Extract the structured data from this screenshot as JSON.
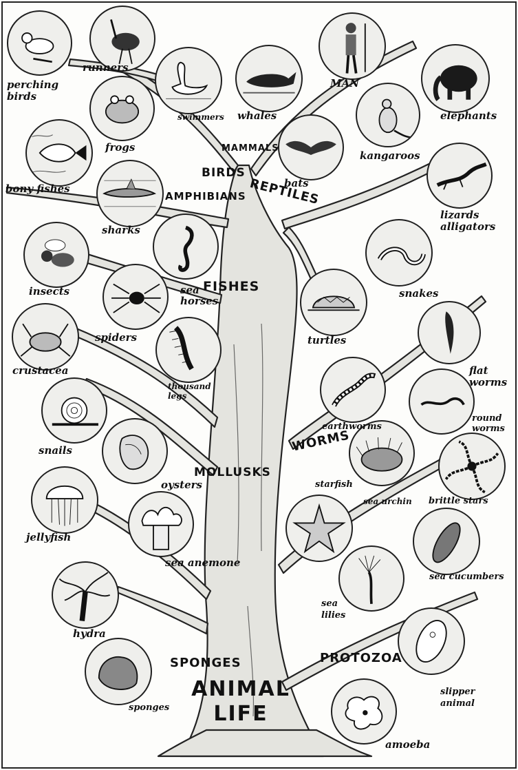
{
  "title": {
    "line1": "ANIMAL",
    "line2": "LIFE"
  },
  "groups": {
    "mammals": "MAMMALS",
    "birds": "BIRDS",
    "amphibians": "AMPHIBIANS",
    "reptiles": "REPTILES",
    "fishes": "FISHES",
    "worms": "WORMS",
    "mollusks": "MOLLUSKS",
    "sponges": "SPONGES",
    "protozoa": "PROTOZOA"
  },
  "animals": {
    "perching_birds": "perching birds",
    "runners": "runners",
    "swimmers": "swimmers",
    "whales": "whales",
    "man": "MAN",
    "elephants": "elephants",
    "frogs": "frogs",
    "kangaroos": "kangaroos",
    "bats": "bats",
    "bony_fishes": "bony fishes",
    "sharks": "sharks",
    "lizards_alligators": "lizards alligators",
    "insects": "insects",
    "sea_horses": "sea horses",
    "snakes": "snakes",
    "spiders": "spiders",
    "turtles": "turtles",
    "crustacea": "crustacea",
    "thousand_legs": "thousand legs",
    "flat_worms": "flat worms",
    "earthworms": "earthworms",
    "round_worms": "round worms",
    "snails": "snails",
    "oysters": "oysters",
    "starfish": "starfish",
    "sea_urchin": "sea urchin",
    "brittle_stars": "brittle stars",
    "jellyfish": "jellyfish",
    "sea_anemone": "sea anemone",
    "sea_cucumbers": "sea cucumbers",
    "sea_lilies": "sea lilies",
    "hydra": "hydra",
    "sponges": "sponges",
    "slipper_animal": "slipper animal",
    "amoeba": "amoeba"
  }
}
